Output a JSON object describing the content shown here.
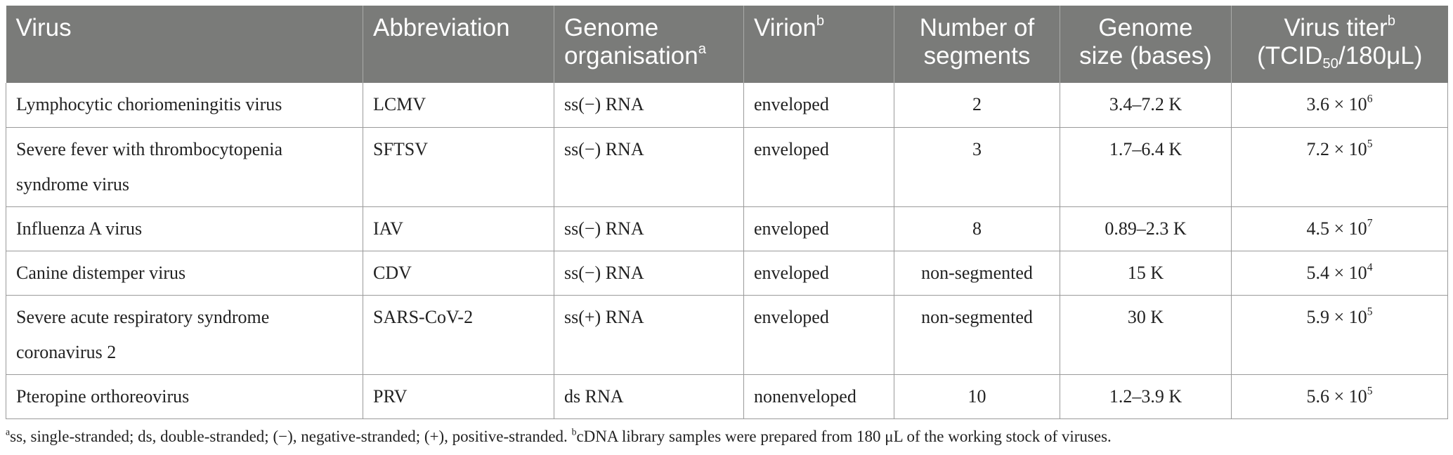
{
  "table": {
    "headers": {
      "virus": "Virus",
      "abbreviation": "Abbreviation",
      "genome_org_line1": "Genome",
      "genome_org_line2": "organisation",
      "genome_org_sup": "a",
      "virion": "Virion",
      "virion_sup": "b",
      "segments_line1": "Number of",
      "segments_line2": "segments",
      "genome_size_line1": "Genome",
      "genome_size_line2": "size (bases)",
      "titer_line1": "Virus titer",
      "titer_sup": "b",
      "titer_unit_pre": "(TCID",
      "titer_unit_sub": "50",
      "titer_unit_post": "/180μL)"
    },
    "rows": [
      {
        "virus_line1": "Lymphocytic choriomeningitis virus",
        "virus_line2": "",
        "abbreviation": "LCMV",
        "genome_org": "ss(−) RNA",
        "virion": "enveloped",
        "segments": "2",
        "genome_size": "3.4–7.2 K",
        "titer_mantissa": "3.6 × 10",
        "titer_exp": "6"
      },
      {
        "virus_line1": "Severe fever with thrombocytopenia",
        "virus_line2": "syndrome virus",
        "abbreviation": "SFTSV",
        "genome_org": "ss(−) RNA",
        "virion": "enveloped",
        "segments": "3",
        "genome_size": "1.7–6.4 K",
        "titer_mantissa": "7.2 × 10",
        "titer_exp": "5"
      },
      {
        "virus_line1": "Influenza A virus",
        "virus_line2": "",
        "abbreviation": "IAV",
        "genome_org": "ss(−) RNA",
        "virion": "enveloped",
        "segments": "8",
        "genome_size": "0.89–2.3 K",
        "titer_mantissa": "4.5 × 10",
        "titer_exp": "7"
      },
      {
        "virus_line1": "Canine distemper virus",
        "virus_line2": "",
        "abbreviation": "CDV",
        "genome_org": "ss(−) RNA",
        "virion": "enveloped",
        "segments": "non-segmented",
        "genome_size": "15 K",
        "titer_mantissa": "5.4 × 10",
        "titer_exp": "4"
      },
      {
        "virus_line1": "Severe acute respiratory syndrome",
        "virus_line2": "coronavirus 2",
        "abbreviation": "SARS-CoV-2",
        "genome_org": "ss(+) RNA",
        "virion": "enveloped",
        "segments": "non-segmented",
        "genome_size": "30 K",
        "titer_mantissa": "5.9 × 10",
        "titer_exp": "5"
      },
      {
        "virus_line1": "Pteropine orthoreovirus",
        "virus_line2": "",
        "abbreviation": "PRV",
        "genome_org": "ds RNA",
        "virion": "nonenveloped",
        "segments": "10",
        "genome_size": "1.2–3.9 K",
        "titer_mantissa": "5.6 × 10",
        "titer_exp": "5"
      }
    ]
  },
  "footnote": {
    "a_mark": "a",
    "a_text": "ss, single-stranded; ds, double-stranded; (−), negative-stranded; (+), positive-stranded.",
    "b_mark": "b",
    "b_text": "cDNA library samples were prepared from 180 μL of the working stock of viruses."
  }
}
